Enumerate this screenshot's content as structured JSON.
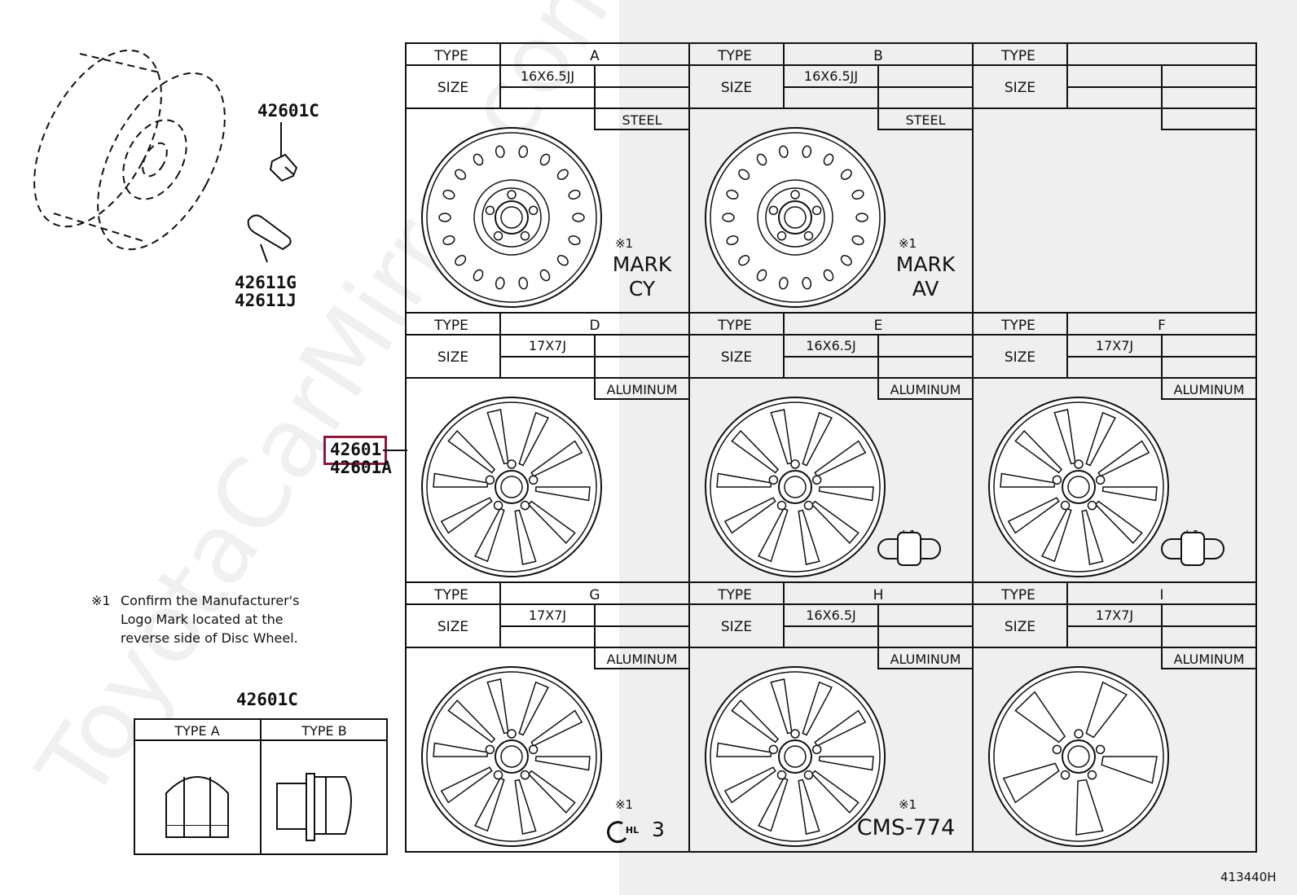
{
  "watermark": "ToyotaCarMirror.com",
  "callouts": {
    "nut": "42601C",
    "valve_1": "42611G",
    "valve_2": "42611J",
    "wheel_main": "42601",
    "wheel_alt": "42601A",
    "nut_table_title": "42601C"
  },
  "highlight_color": "#8b1a3a",
  "footnote": {
    "mark": "※1",
    "lines": [
      "Confirm the Manufacturer's",
      "Logo Mark located at the",
      "reverse side of Disc Wheel."
    ]
  },
  "nut_table": {
    "type_a": "TYPE A",
    "type_b": "TYPE B"
  },
  "grid": {
    "type_label": "TYPE",
    "size_label": "SIZE",
    "cells": [
      {
        "type": "A",
        "size": "16X6.5JJ",
        "material": "STEEL",
        "mark_ref": "※1",
        "mark": [
          "MARK",
          "CY"
        ]
      },
      {
        "type": "B",
        "size": "16X6.5JJ",
        "material": "STEEL",
        "mark_ref": "※1",
        "mark": [
          "MARK",
          "AV"
        ]
      },
      {
        "type": "",
        "size": "",
        "material": "",
        "mark_ref": "",
        "mark": []
      },
      {
        "type": "D",
        "size": "17X7J",
        "material": "ALUMINUM",
        "mark_ref": "",
        "mark": []
      },
      {
        "type": "E",
        "size": "16X6.5J",
        "material": "ALUMINUM",
        "mark_ref": "※1",
        "mark": []
      },
      {
        "type": "F",
        "size": "17X7J",
        "material": "ALUMINUM",
        "mark_ref": "※1",
        "mark": []
      },
      {
        "type": "G",
        "size": "17X7J",
        "material": "ALUMINUM",
        "mark_ref": "※1",
        "mark": [
          "3"
        ]
      },
      {
        "type": "H",
        "size": "16X6.5J",
        "material": "ALUMINUM",
        "mark_ref": "※1",
        "mark": [
          "CMS-774"
        ]
      },
      {
        "type": "I",
        "size": "17X7J",
        "material": "ALUMINUM",
        "mark_ref": "",
        "mark": []
      }
    ]
  },
  "diagram_id": "413440H"
}
